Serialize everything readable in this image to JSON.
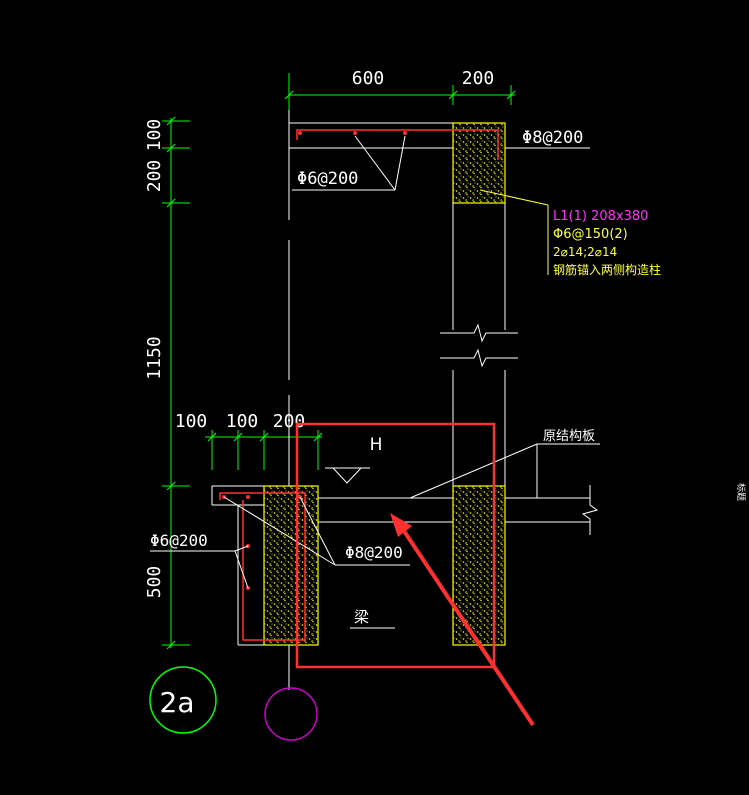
{
  "colors": {
    "background": "#000000",
    "dimension": "#00ff00",
    "outline": "#ffffff",
    "rebar": "#ff3030",
    "column_hatch": "#ffff00",
    "beam_note": "#ff30ff",
    "note": "#ffff40",
    "callout": "#ff3030",
    "grid_bubble": "#cc00cc",
    "section_bubble": "#00ff00"
  },
  "dimensions": {
    "top_600": "600",
    "top_200": "200",
    "left_100_top": "100",
    "left_200": "200",
    "left_1150": "1150",
    "left_500": "500",
    "mid_100_a": "100",
    "mid_100_b": "100",
    "mid_200": "200"
  },
  "labels": {
    "top_rebar_right": "Φ8@200",
    "top_rebar_left": "Φ6@200",
    "beam_l1": "L1(1) 208x380",
    "beam_stirrup": "Φ6@150(2)",
    "beam_bars": "2⌀14;2⌀14",
    "beam_anchor_note": "钢筋锚入两侧构造柱",
    "level_h": "H",
    "original_slab": "原结构板",
    "bottom_rebar_left": "Φ6@200",
    "bottom_rebar_right": "Φ8@200",
    "beam_tag": "梁",
    "section_id": "2a",
    "edge_text": "标题"
  }
}
